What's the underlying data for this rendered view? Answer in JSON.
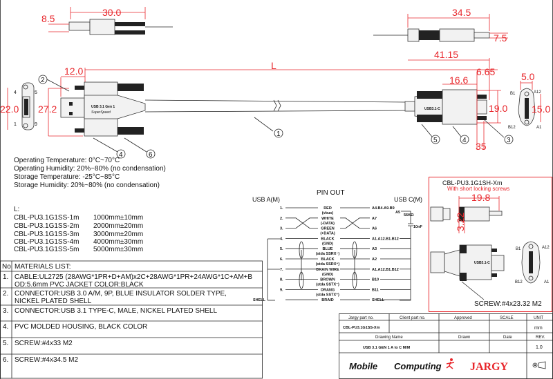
{
  "colors": {
    "dimension": "#e8262b",
    "line": "#222222",
    "highlight_box": "#e8262b"
  },
  "dimensions": {
    "a_side_length": "30.0",
    "a_side_height": "8.5",
    "c_side_length": "34.5",
    "c_side_height": "7.5",
    "cable_length": "L",
    "a_plug_length": "12.0",
    "a_face_width": "22.0",
    "a_overall_width": "27.2",
    "c_overall_length": "41.15",
    "c_screw_offset": "6.65",
    "c_housing_length": "16.6",
    "c_overall_width": "19.0",
    "c_screw_dia": "35",
    "c_face_width": "5.0",
    "c_face_height": "15.0"
  },
  "callouts": [
    "1",
    "2",
    "3",
    "4",
    "5",
    "6"
  ],
  "a_pins": [
    "4",
    "5",
    "1",
    "9"
  ],
  "c_pins": [
    "B1",
    "A12",
    "B12",
    "A1"
  ],
  "connector_print": {
    "line1": "USB 3.1 Gen 1",
    "line2": "SuperSpeed",
    "c_side": "USB3.1-C"
  },
  "specs": [
    "Operating Temperature: 0°C~70°C",
    "Operating Humidity: 20%~80% (no condensation)",
    "Storage Temperature: -25°C~85°C",
    "Storage  Humidity: 20%~80% (no condensation)"
  ],
  "lengths": {
    "label": "L:",
    "items": [
      {
        "part": "CBL-PU3.1G1SS-1m",
        "length": "1000mm±10mm"
      },
      {
        "part": "CBL-PU3.1G1SS-2m",
        "length": "2000mm±20mm"
      },
      {
        "part": "CBL-PU3.1G1SS-3m",
        "length": "3000mm±20mm"
      },
      {
        "part": "CBL-PU3.1G1SS-4m",
        "length": "4000mm±30mm"
      },
      {
        "part": "CBL-PU3.1G1SS-5m",
        "length": "5000mm±30mm"
      }
    ]
  },
  "materials": {
    "no_header": "No",
    "header": "MATERIALS LIST:",
    "rows": [
      {
        "no": "1.",
        "line1": "CABLE:UL2725 (28AWG*1PR+D+AM)x2C+28AWG*1PR+24AWG*1C+AM+B",
        "line2": "OD:5.6mm  PVC JACKET COLOR:BLACK"
      },
      {
        "no": "2.",
        "line1": "CONNECTOR:USB 3.0 A/M, 9P, BLUE INSULATOR SOLDER TYPE,",
        "line2": "NICKEL PLATED SHELL"
      },
      {
        "no": "3.",
        "line1": "CONNECTOR:USB 3.1 TYPE-C, MALE, NICKEL PLATED SHELL",
        "line2": ""
      },
      {
        "no": "4.",
        "line1": "PVC MOLDED HOUSING, BLACK COLOR",
        "line2": ""
      },
      {
        "no": "5.",
        "line1": "SCREW:#4x33 M2",
        "line2": ""
      },
      {
        "no": "6.",
        "line1": "SCREW:#4x34.5 M2",
        "line2": ""
      }
    ]
  },
  "pinout": {
    "title": "PIN OUT",
    "left_label": "USB A(M)",
    "right_label": "USB C(M)",
    "resistor": "A5",
    "resistor_value": "56KΩ",
    "capacitor": "10nF",
    "rows": [
      {
        "a": "1.",
        "wire": "RED",
        "sub": "(vbus)",
        "c": "A4.B4.A9.B9"
      },
      {
        "a": "2.",
        "wire": "WHITE",
        "sub": "(-DATA)",
        "c": "A7"
      },
      {
        "a": "3.",
        "wire": "GREEN",
        "sub": "(+DATA)",
        "c": "A6"
      },
      {
        "a": "4.",
        "wire": "BLACK",
        "sub": "(GND)",
        "c": "A1.A12.B1.B12"
      },
      {
        "a": "5.",
        "wire": "BLUE",
        "sub": "(stda SSRX⁻)",
        "c": "A3"
      },
      {
        "a": "6.",
        "wire": "BLACK",
        "sub": "(stda SSRX⁺)",
        "c": "A2"
      },
      {
        "a": "7.",
        "wire": "DRAIN WIRE",
        "sub": "(GND)",
        "c": "A1.A12.B1.B12"
      },
      {
        "a": "8.",
        "wire": "BROWN",
        "sub": "(stda SSTX⁻)",
        "c": "B10"
      },
      {
        "a": "9.",
        "wire": "ORANG",
        "sub": "(stda SSTX⁺)",
        "c": "B11"
      },
      {
        "a": "SHELL",
        "wire": "BRAID",
        "sub": "",
        "c": "SHELL"
      }
    ]
  },
  "variant": {
    "title": "CBL-PU3.1G1SH-Xm",
    "subtitle": "With short locking screws",
    "length": "19.8",
    "screw_offset": "3.22",
    "screw_note": "SCREW:#4x23.32 M2",
    "pins": [
      "B1",
      "A12",
      "B12",
      "A1"
    ]
  },
  "title_block": {
    "jargy_part_label": "Jargy part no.",
    "client_part_label": "Client part no.",
    "approved_label": "Approved",
    "scale_label": "SCALE",
    "unit_label": "UNIT",
    "jargy_part_value": "CBL-PU3.1G1SS-Xm",
    "unit_value": "mm",
    "drawing_name_label": "Drawing Name",
    "drawn_label": "Drawn",
    "date_label": "Date",
    "rev_label": "REV.",
    "drawing_name_value": "USB 3.1 GEN 1 A to C M/M",
    "rev_value": "1.0",
    "logo_mobile": "Mobile",
    "logo_computing": "Computing",
    "logo_jargy": "JARGY"
  }
}
